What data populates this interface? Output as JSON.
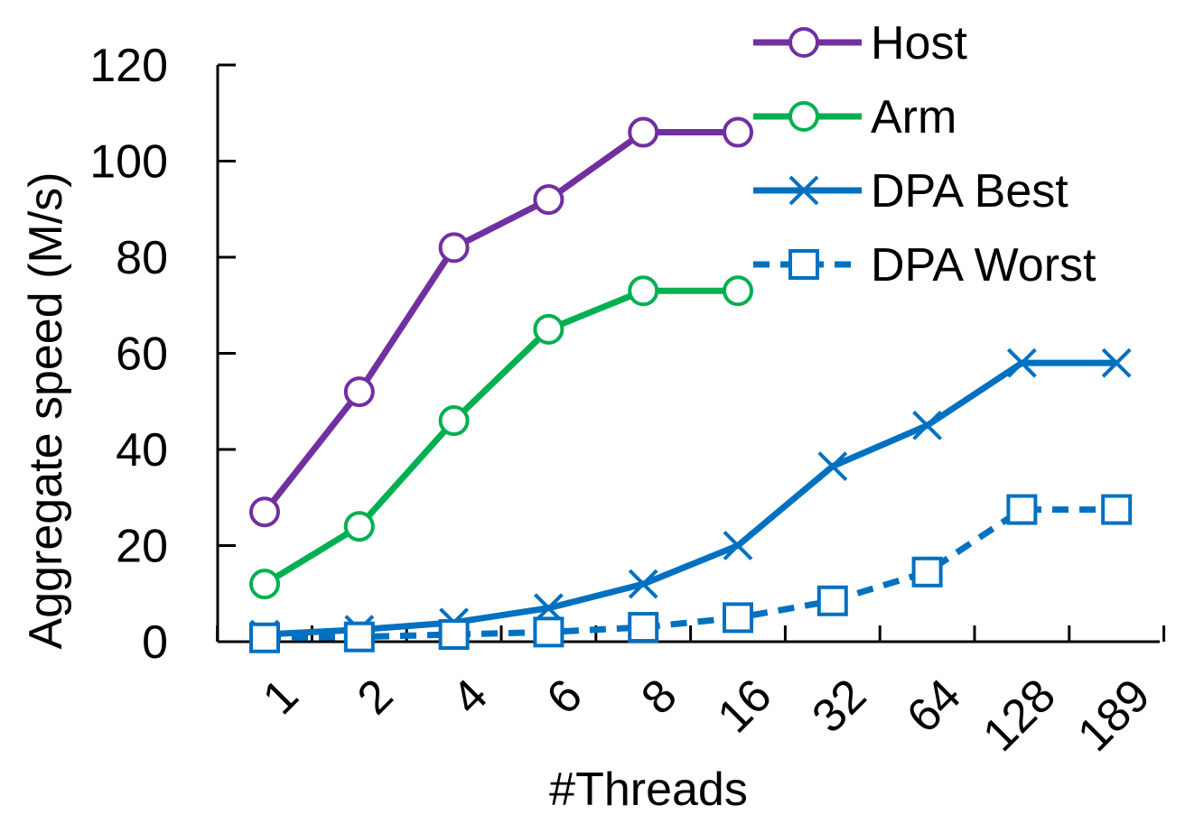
{
  "chart_data": {
    "type": "line",
    "title": "",
    "xlabel": "#Threads",
    "ylabel": "Aggregate speed (M/s)",
    "categories": [
      "1",
      "2",
      "4",
      "6",
      "8",
      "16",
      "32",
      "64",
      "128",
      "189"
    ],
    "ylim": [
      0,
      120
    ],
    "yticks": [
      0,
      20,
      40,
      60,
      80,
      100,
      120
    ],
    "grid": false,
    "legend_position": "top-right",
    "series": [
      {
        "name": "Host",
        "color": "#7030a0",
        "marker": "circle",
        "dash": false,
        "values": [
          27,
          52,
          82,
          92,
          106,
          106,
          null,
          null,
          null,
          null
        ]
      },
      {
        "name": "Arm",
        "color": "#00b050",
        "marker": "circle",
        "dash": false,
        "values": [
          12,
          24,
          46,
          65,
          73,
          73,
          null,
          null,
          null,
          null
        ]
      },
      {
        "name": "DPA Best",
        "color": "#0070c0",
        "marker": "x",
        "dash": false,
        "values": [
          1.5,
          2.5,
          4,
          7,
          12,
          20,
          36.5,
          45,
          58,
          58
        ]
      },
      {
        "name": "DPA Worst",
        "color": "#0070c0",
        "marker": "square",
        "dash": true,
        "values": [
          0.8,
          1,
          1.5,
          2,
          3,
          5,
          8.5,
          14.5,
          27.5,
          27.5
        ]
      }
    ]
  }
}
